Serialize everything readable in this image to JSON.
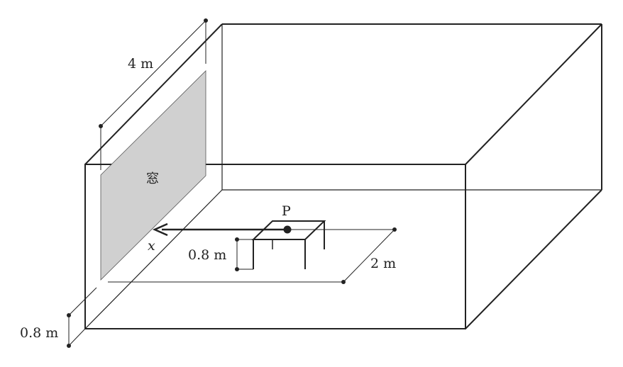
{
  "labels": {
    "window_width": "4 m",
    "window": "窓",
    "point": "P",
    "axis": "x",
    "table_height": "0.8 m",
    "table_distance": "2 m",
    "window_sill_height": "0.8 m"
  },
  "colors": {
    "line": "#222222",
    "window_fill": "#d0d0d0",
    "background": "#ffffff"
  }
}
